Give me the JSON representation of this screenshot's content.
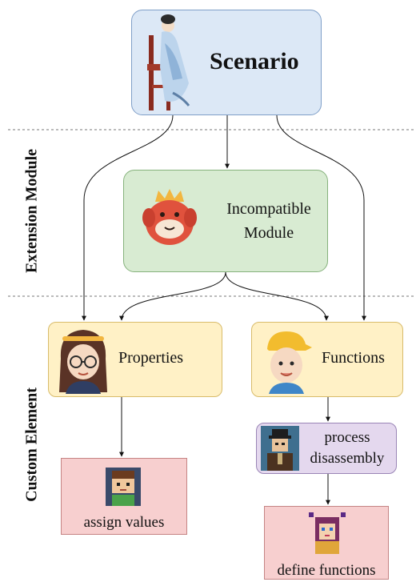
{
  "sections": {
    "extension": "Extension Module",
    "custom": "Custom Element"
  },
  "nodes": {
    "scenario": "Scenario",
    "incompatible_line1": "Incompatible",
    "incompatible_line2": "Module",
    "properties": "Properties",
    "functions": "Functions",
    "process_line1": "process",
    "process_line2": "disassembly",
    "assign": "assign values",
    "define": "define functions"
  },
  "icons": {
    "scenario": "seated-lady-illustration-icon",
    "incompatible": "red-monster-icon",
    "properties": "girl-with-glasses-avatar-icon",
    "functions": "boy-with-cap-avatar-icon",
    "process": "pixel-man-with-hat-icon",
    "assign": "pixel-boy-icon",
    "define": "pixel-girl-icon"
  },
  "colors": {
    "scenario_fill": "#dce8f6",
    "module_fill": "#d8ebd2",
    "element_fill": "#fff1c6",
    "process_fill": "#e4d8ee",
    "leaf_fill": "#f7cfcf"
  }
}
